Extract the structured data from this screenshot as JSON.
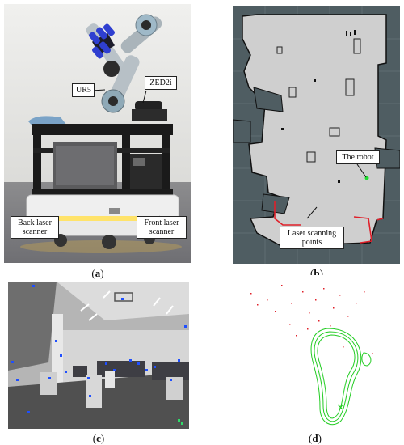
{
  "panel_a": {
    "labels": {
      "ur5": "UR5",
      "zed2i": "ZED2i",
      "back_scanner": "Back laser\nscanner",
      "front_scanner": "Front laser\nscanner"
    },
    "caption_letter": "a"
  },
  "panel_b": {
    "labels": {
      "robot": "The robot",
      "laser_points": "Laser scanning\npoints"
    },
    "caption_letter": "b"
  },
  "panel_c": {
    "caption_letter": "c"
  },
  "panel_d": {
    "caption_letter": "d"
  },
  "colors": {
    "map_bg": "#4f5d62",
    "map_grid": "#5c6a6f",
    "map_free": "#cfcfcf",
    "map_wall": "#111111",
    "laser": "#e0202a",
    "robot_dot": "#22dd33",
    "trajectory": "#22cc22",
    "feature_point": "#1f4fff"
  }
}
